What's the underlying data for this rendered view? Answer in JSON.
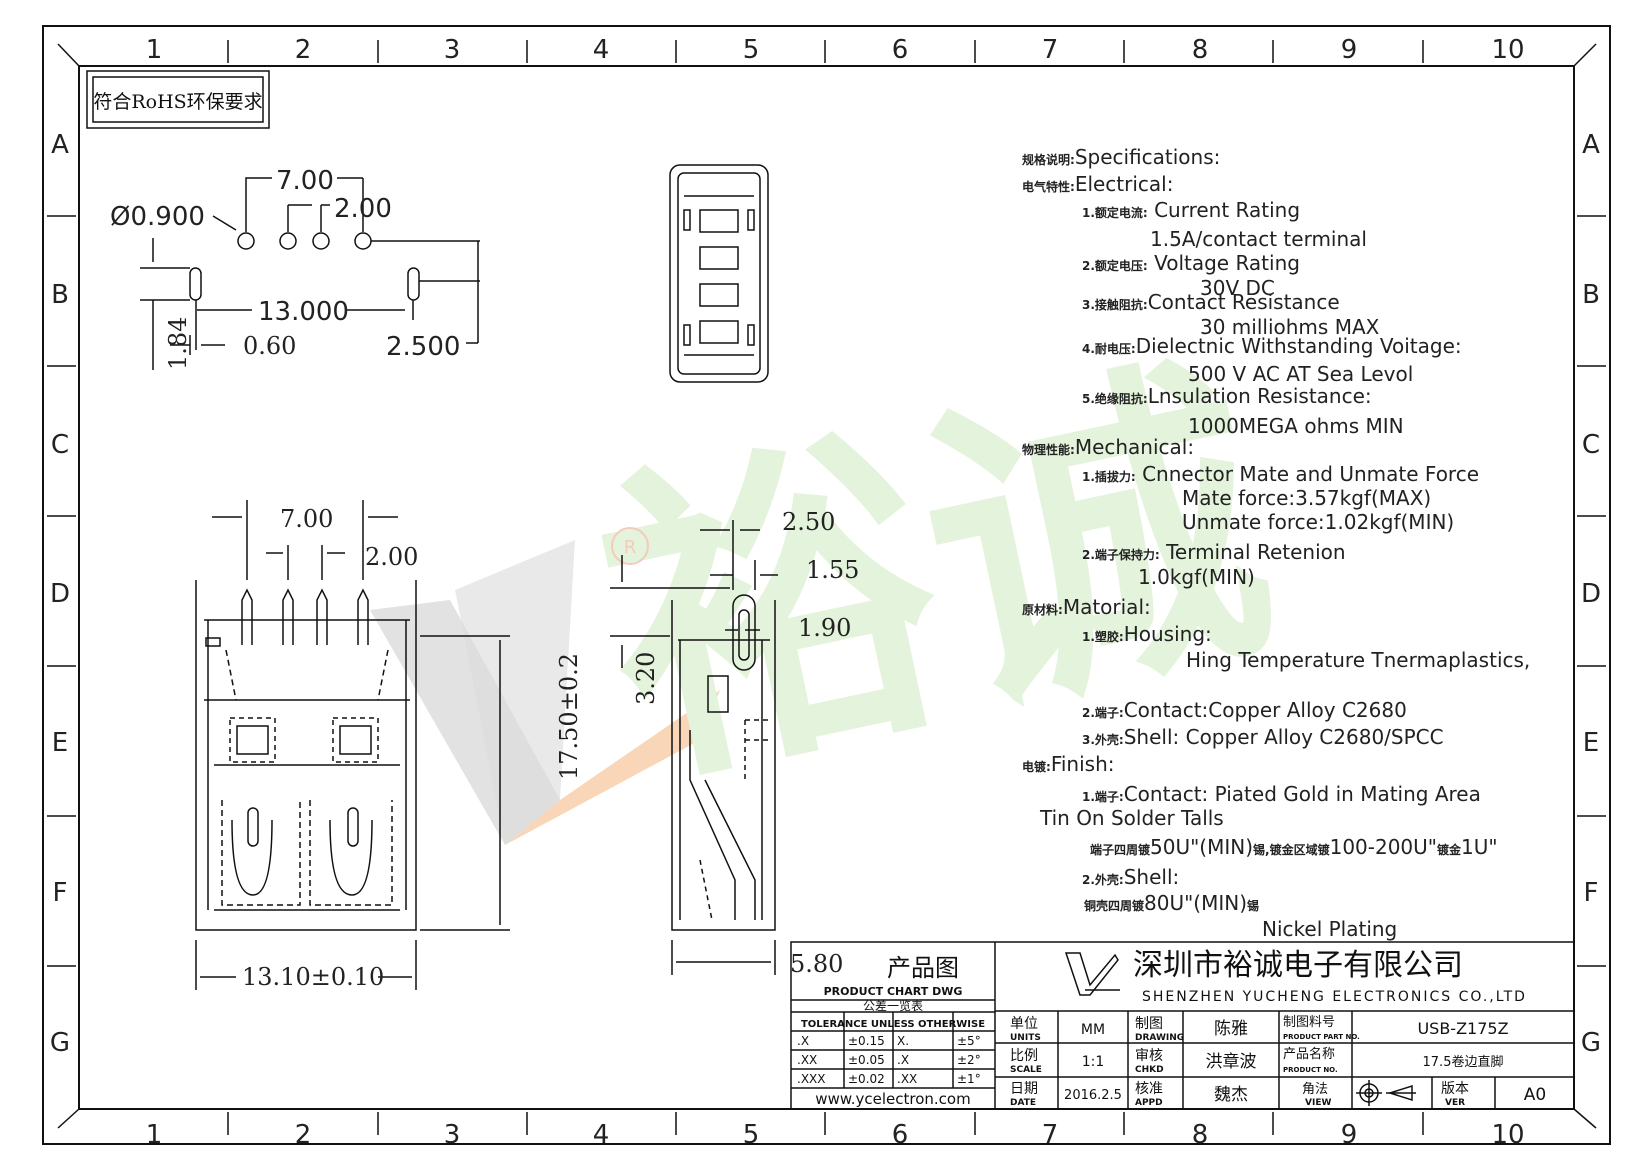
{
  "rohs_note": "符合RoHS环保要求",
  "grid": {
    "columns": [
      "1",
      "2",
      "3",
      "4",
      "5",
      "6",
      "7",
      "8",
      "9",
      "10"
    ],
    "rows": [
      "A",
      "B",
      "C",
      "D",
      "E",
      "F",
      "G"
    ]
  },
  "watermark": {
    "text": "裕诚",
    "registered": "R"
  },
  "pcb_dims": {
    "hole_dia": "Ø0.900",
    "pitch_outer": "7.00",
    "pitch_inner": "2.00",
    "mount_span": "13.000",
    "slot_len": "1.84",
    "slot_w": "0.60",
    "row_offset": "2.500"
  },
  "front_dims": {
    "pitch_outer": "7.00",
    "pitch_inner": "2.00",
    "height": "17.50±0.2",
    "width": "13.10±0.10"
  },
  "side_dims": {
    "d1": "2.50",
    "d2": "1.55",
    "d3": "1.90",
    "d4": "3.20",
    "d5": "5.80"
  },
  "specs": {
    "lines": [
      {
        "zh": "规格说明:",
        "en": "Specifications:",
        "indent": 0
      },
      {
        "zh": "电气特性:",
        "en": "Electrical:",
        "indent": 0
      },
      {
        "zh": "1.额定电流:",
        "en": " Current  Rating",
        "indent": 1
      },
      {
        "zh": "",
        "en": "1.5A/contact  terminal",
        "indent": 2
      },
      {
        "zh": "2.额定电压:",
        "en": " Voltage  Rating",
        "indent": 1
      },
      {
        "zh": "",
        "en": "30V  DC",
        "indent": 3
      },
      {
        "zh": "3.接触阻抗:",
        "en": "Contact  Resistance",
        "indent": 1
      },
      {
        "zh": "",
        "en": "30  milliohms  MAX",
        "indent": 3
      },
      {
        "zh": "4.耐电压:",
        "en": "Dielectnic  Withstanding  Voitage:",
        "indent": 1
      },
      {
        "zh": "",
        "en": "500  V  AC  AT  Sea  Levol",
        "indent": 4
      },
      {
        "zh": "5.绝缘阻抗:",
        "en": "Lnsulation  Resistance:",
        "indent": 1
      },
      {
        "zh": "",
        "en": "1000MEGA  ohms  MIN",
        "indent": 4
      },
      {
        "zh": "物理性能:",
        "en": "Mechanical:",
        "indent": 0
      },
      {
        "zh": "1.插拔力:",
        "en": " Cnnector  Mate  and  Unmate  Force",
        "indent": 1
      },
      {
        "zh": "",
        "en": "Mate  force:3.57kgf(MAX)",
        "indent": 5
      },
      {
        "zh": "",
        "en": "Unmate  force:1.02kgf(MIN)",
        "indent": 5
      },
      {
        "zh": "2.端子保持力:",
        "en": " Terminal  Retenion",
        "indent": 1
      },
      {
        "zh": "",
        "en": "1.0kgf(MIN)",
        "indent": 6
      },
      {
        "zh": "原材料:",
        "en": "Matorial:",
        "indent": 0
      },
      {
        "zh": "1.塑胶:",
        "en": "Housing:",
        "indent": 1
      },
      {
        "zh": "",
        "en": "Hing  Temperature    Tnermaplastics,",
        "indent": 7
      },
      {
        "zh": "2.端子:",
        "en": "Contact:Copper  Alloy  C2680",
        "indent": 1
      },
      {
        "zh": "3.外壳:",
        "en": "Shell:  Copper  Alloy  C2680/SPCC",
        "indent": 1
      },
      {
        "zh": "电镀:",
        "en": "Finish:",
        "indent": 0
      },
      {
        "zh": "1.端子:",
        "en": "Contact:  Piated  Gold  in  Mating  Area",
        "indent": 1
      },
      {
        "zh": "",
        "en": "Tin  On  Solder  Talls",
        "indent": 8
      },
      {
        "zh": "端子四周镀",
        "en": "50U\"(MIN)",
        "zh2": "锡,镀金区域镀",
        "en2": "100-200U\"",
        "zh3": "镀金",
        "en3": "1U\"",
        "indent": 9
      },
      {
        "zh": "2.外壳:",
        "en": "Shell:",
        "indent": 1
      },
      {
        "zh": "铜壳四周镀",
        "en": "80U\"(MIN)",
        "zh2": "锡",
        "indent": 10
      },
      {
        "zh": "",
        "en": "Nickel  Plating",
        "indent": 11
      }
    ]
  },
  "title_block": {
    "drawing_title": "产品图",
    "drawing_title_en": "PRODUCT CHART DWG",
    "tolerance_title": "公差一览表",
    "tolerance_sub": "TOLERANCE UNLESS OTHERWISE",
    "tolerances": [
      {
        "fmt": ".X",
        "val": "±0.15",
        "ang": "X.",
        "angval": "±5°"
      },
      {
        "fmt": ".XX",
        "val": "±0.05",
        "ang": ".X",
        "angval": "±2°"
      },
      {
        "fmt": ".XXX",
        "val": "±0.02",
        "ang": ".XX",
        "angval": "±1°"
      }
    ],
    "website": "www.ycelectron.com",
    "company_zh": "深圳市裕诚电子有限公司",
    "company_en": "SHENZHEN YUCHENG ELECTRONICS CO.,LTD",
    "units_label_zh": "单位",
    "units_label_en": "UNITS",
    "units": "MM",
    "scale_label_zh": "比例",
    "scale_label_en": "SCALE",
    "scale": "1:1",
    "date_label_zh": "日期",
    "date_label_en": "DATE",
    "date": "2016.2.5",
    "drawing_label_zh": "制图",
    "drawing_label_en": "DRAWING",
    "drawn_by": "陈雅",
    "check_label_zh": "审核",
    "check_label_en": "CHKD",
    "checked_by": "洪章波",
    "approve_label_zh": "核准",
    "approve_label_en": "APPD",
    "approved_by": "魏杰",
    "part_label_zh": "制图料号",
    "part_label_en": "PRODUCT PART NO.",
    "part_no": "USB-Z175Z",
    "name_label_zh": "产品名称",
    "name_label_en": "PRODUCT NO.",
    "product_name": "17.5卷边直脚",
    "view_label_zh": "角法",
    "view_label_en": "VIEW",
    "ver_label_zh": "版本",
    "ver_label_en": "VER",
    "version": "A0"
  }
}
